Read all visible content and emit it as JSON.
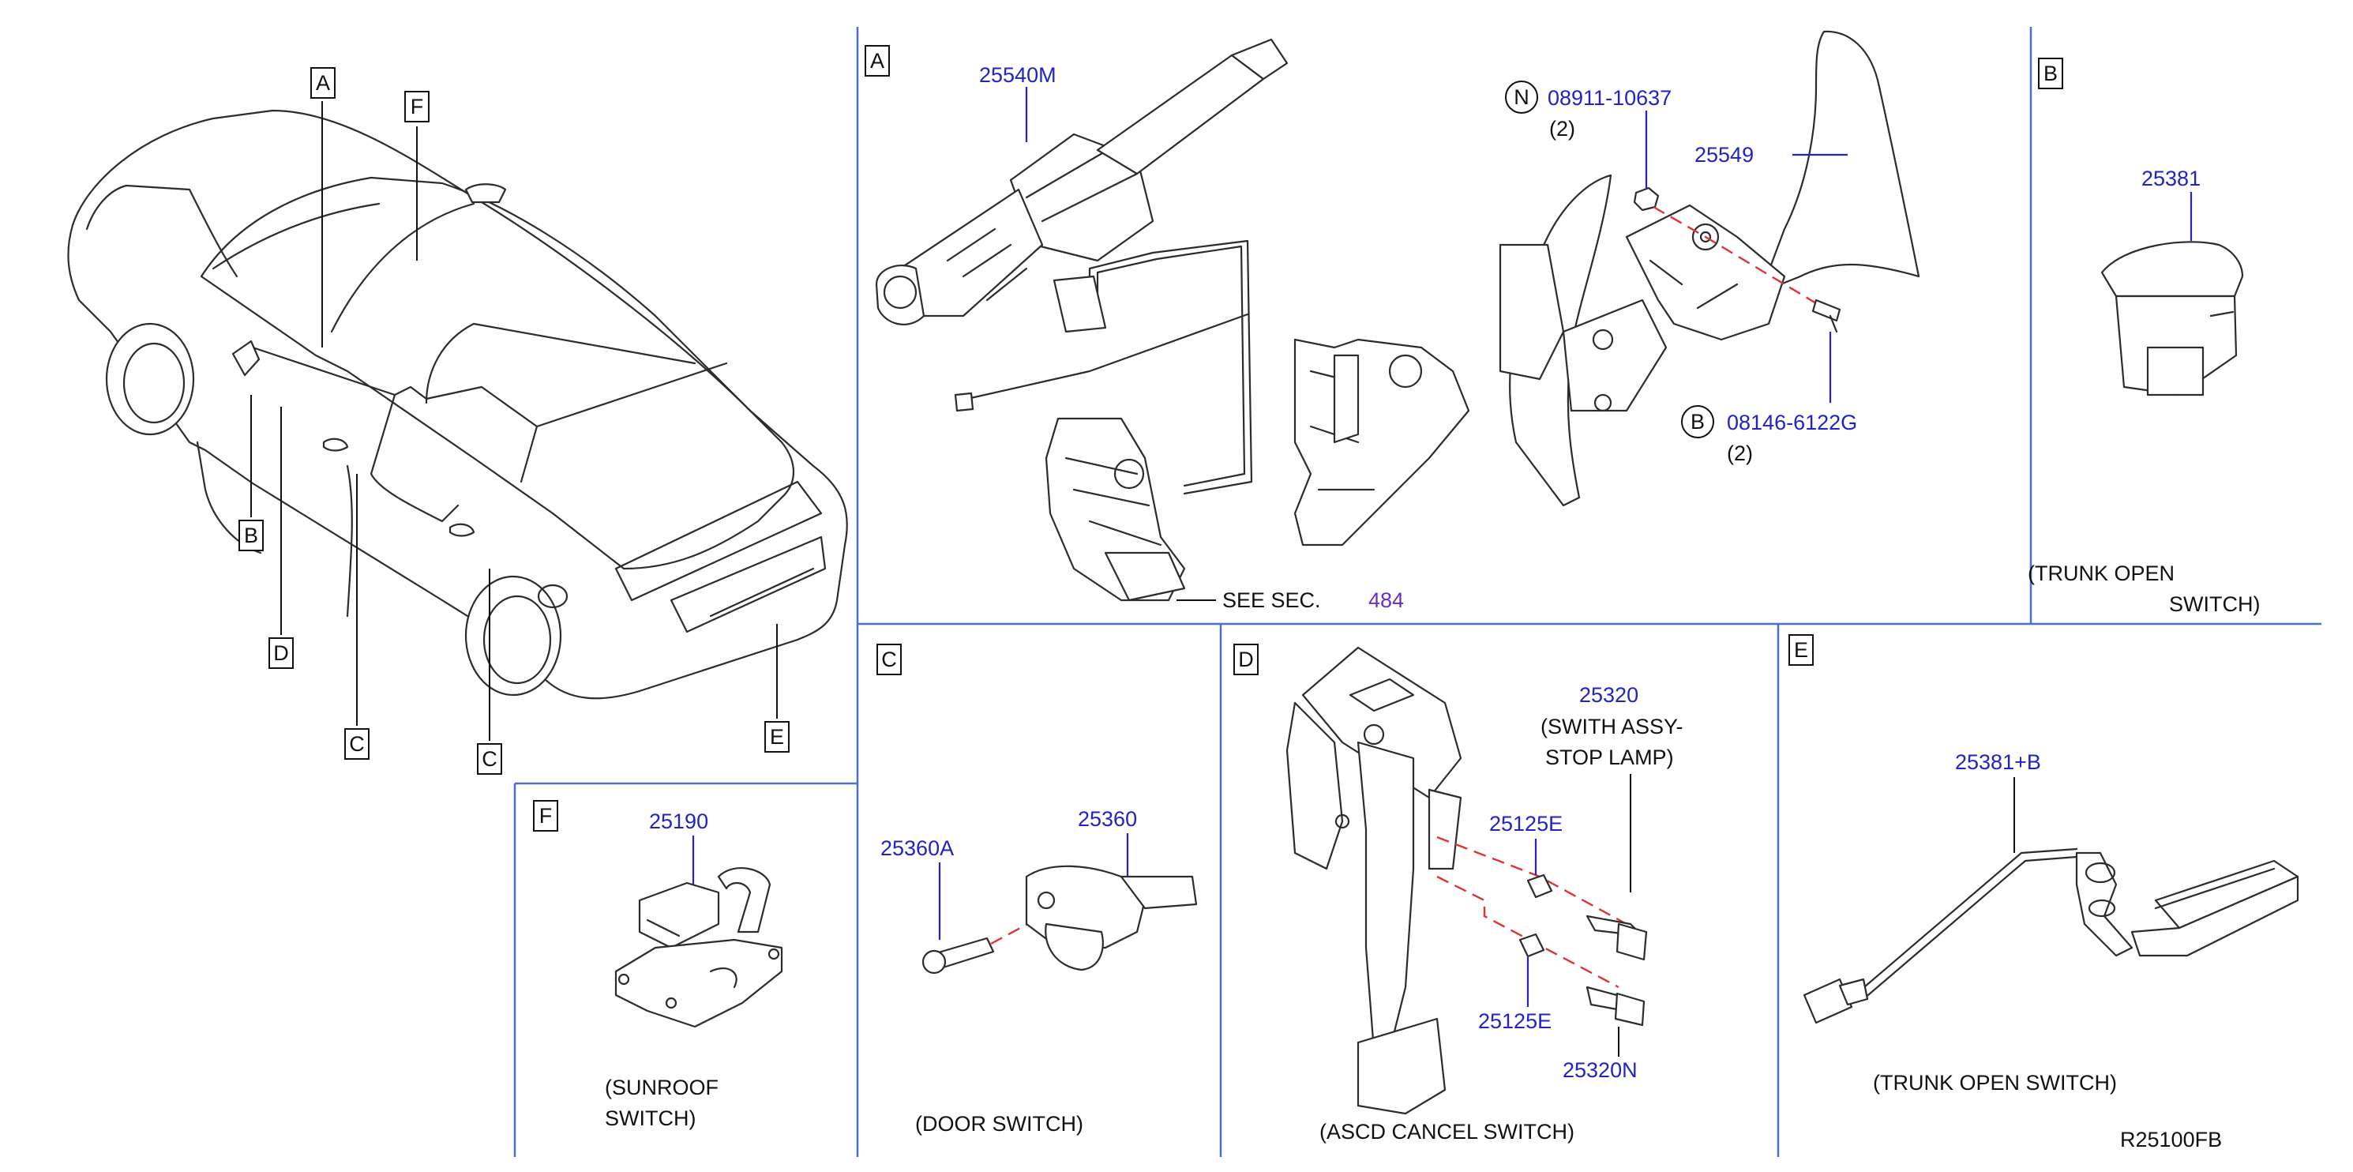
{
  "diagram_id": "R25100FB",
  "colors": {
    "part_number": "#1f23c8",
    "section_ref": "#6a2fc0",
    "divider": "#4a6fc8",
    "dashed_guide": "#e03434"
  },
  "overview": {
    "callouts": [
      "A",
      "F",
      "B",
      "D",
      "C",
      "C",
      "E"
    ]
  },
  "panel_a": {
    "letter": "A",
    "p_25540m": "25540M",
    "nut_symbol": "N",
    "p_08911": "08911-10637",
    "qty_nut": "(2)",
    "p_25549": "25549",
    "bolt_symbol": "B",
    "p_08146": "08146-6122G",
    "qty_bolt": "(2)",
    "see_sec": "SEE   SEC.",
    "sec_num": "484"
  },
  "panel_b": {
    "letter": "B",
    "part": "25381",
    "caption_1": "(TRUNK   OPEN",
    "caption_2": "SWITCH)"
  },
  "panel_c": {
    "letter": "C",
    "part_a": "25360A",
    "part_b": "25360",
    "caption": "(DOOR   SWITCH)"
  },
  "panel_d": {
    "letter": "D",
    "p_25320": "25320",
    "desc_1": "(SWITH   ASSY-",
    "desc_2": "STOP   LAMP)",
    "p_25125e_top": "25125E",
    "p_25125e_bot": "25125E",
    "p_25320n": "25320N",
    "caption": "(ASCD   CANCEL   SWITCH)"
  },
  "panel_e": {
    "letter": "E",
    "part": "25381+B",
    "caption": "(TRUNK   OPEN   SWITCH)"
  },
  "panel_f": {
    "letter": "F",
    "part": "25190",
    "caption_1": "(SUNROOF",
    "caption_2": "SWITCH)"
  }
}
